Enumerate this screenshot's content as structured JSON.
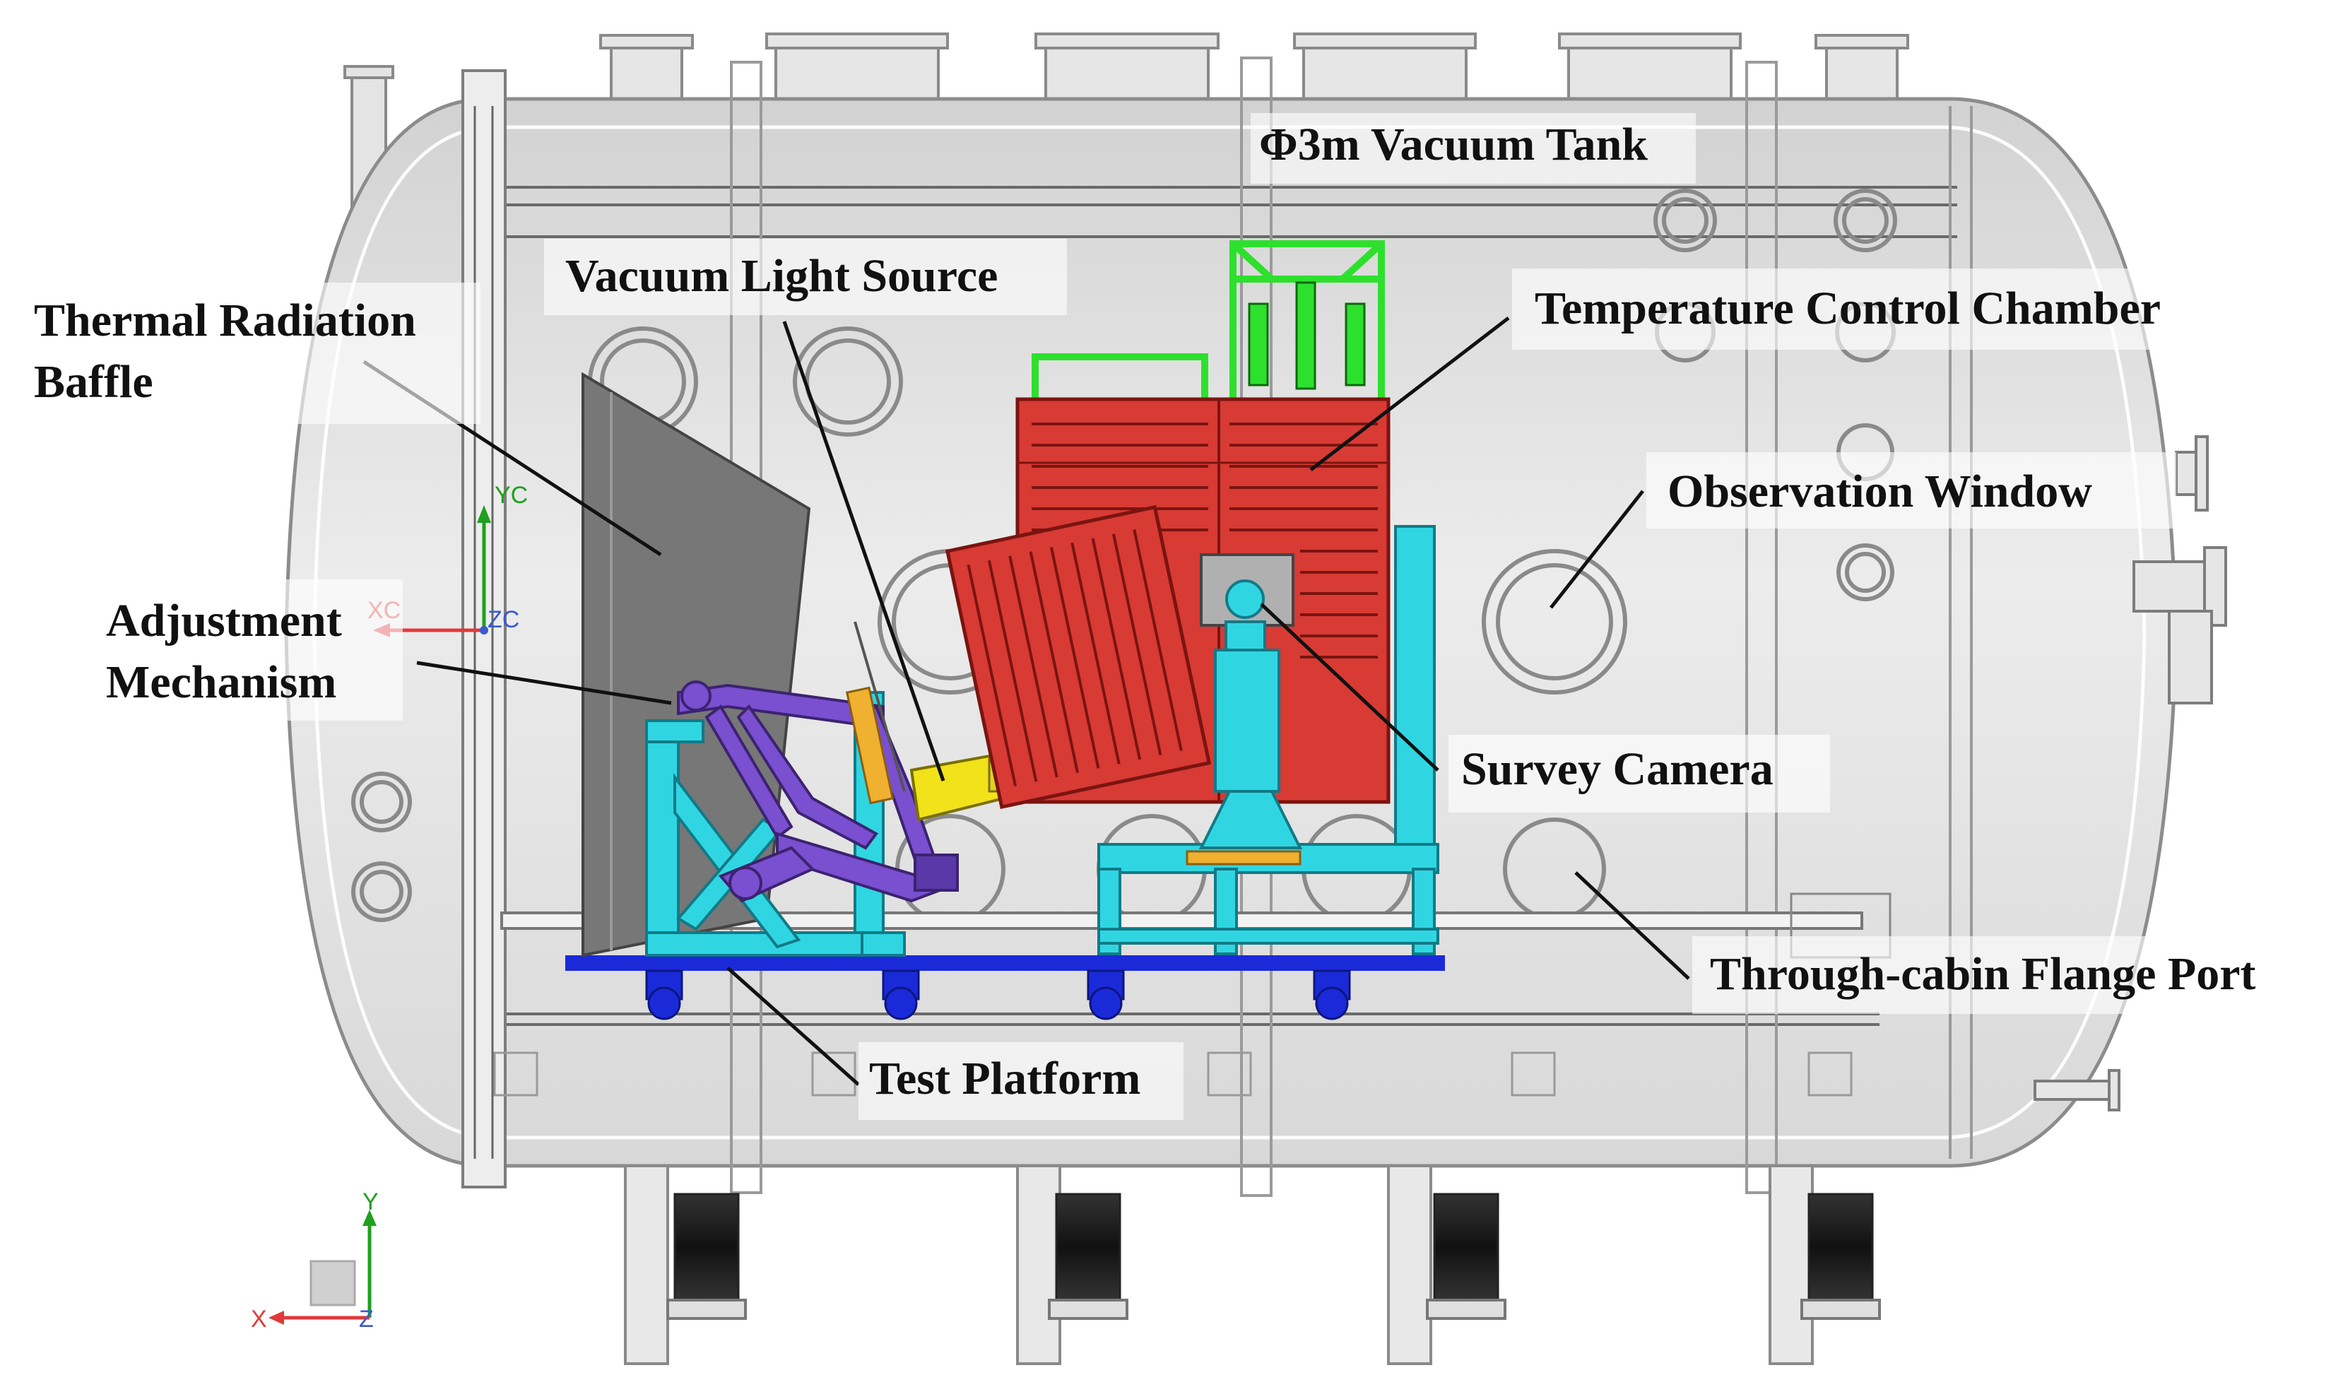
{
  "labels": {
    "tank": "Φ3m Vacuum Tank",
    "light_source": "Vacuum Light Source",
    "baffle_line1": "Thermal Radiation",
    "baffle_line2": "Baffle",
    "chamber": "Temperature Control Chamber",
    "window": "Observation Window",
    "adjust_line1": "Adjustment",
    "adjust_line2": "Mechanism",
    "camera": "Survey Camera",
    "flange": "Through-cabin Flange Port",
    "platform": "Test Platform"
  },
  "axes": {
    "local": {
      "y": "YC",
      "x": "XC",
      "z": "ZC"
    },
    "world": {
      "y": "Y",
      "x": "X",
      "z": "Z"
    }
  },
  "colors": {
    "chamber_red": "#d83a34",
    "frame_cyan": "#2fd6e2",
    "mechanism_purple": "#7a4fd0",
    "platform_blue": "#1a2ad8",
    "bracket_green": "#2ee02e",
    "light_source_yellow": "#f2e21a",
    "baffle_gray": "#777777"
  }
}
